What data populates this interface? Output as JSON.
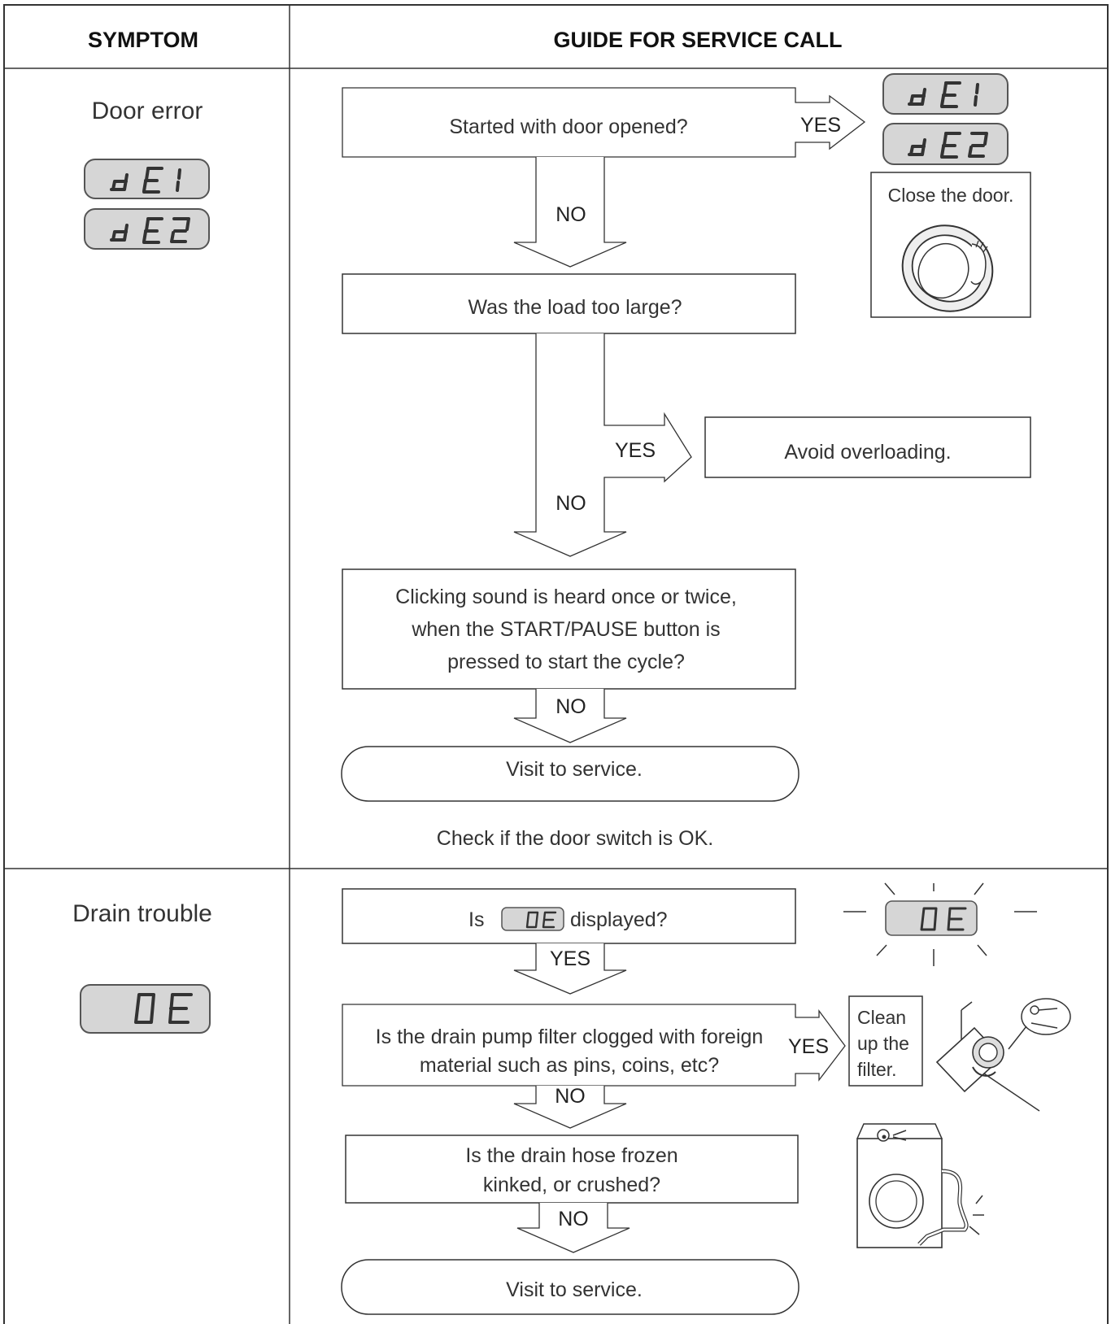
{
  "header": {
    "symptom": "SYMPTOM",
    "guide": "GUIDE FOR SERVICE CALL"
  },
  "door_error": {
    "symptom": "Door error",
    "codes": [
      "dE1",
      "dE2"
    ],
    "q1": "Started with door opened?",
    "q1_yes": "YES",
    "q1_no": "NO",
    "action_close": "Close the door.",
    "q2": "Was the load too large?",
    "q2_yes": "YES",
    "q2_no": "NO",
    "action_overload": "Avoid overloading.",
    "q3_lines": [
      "Clicking sound is heard once or twice,",
      "when the START/PAUSE button is",
      "pressed to start the cycle?"
    ],
    "q3_no": "NO",
    "service": "Visit to service.",
    "note": "Check if the door switch is OK."
  },
  "drain_trouble": {
    "symptom": "Drain trouble",
    "code": "OE",
    "q1_prefix": "Is",
    "q1_suffix": "displayed?",
    "q1_yes": "YES",
    "q2_lines": [
      "Is the drain pump filter clogged with foreign",
      "material such as pins, coins, etc?"
    ],
    "q2_yes": "YES",
    "q2_no": "NO",
    "action_filter_lines": [
      "Clean",
      "up the",
      "filter."
    ],
    "q3_lines": [
      "Is the drain hose frozen",
      "kinked, or crushed?"
    ],
    "q3_no": "NO",
    "service": "Visit to service."
  }
}
